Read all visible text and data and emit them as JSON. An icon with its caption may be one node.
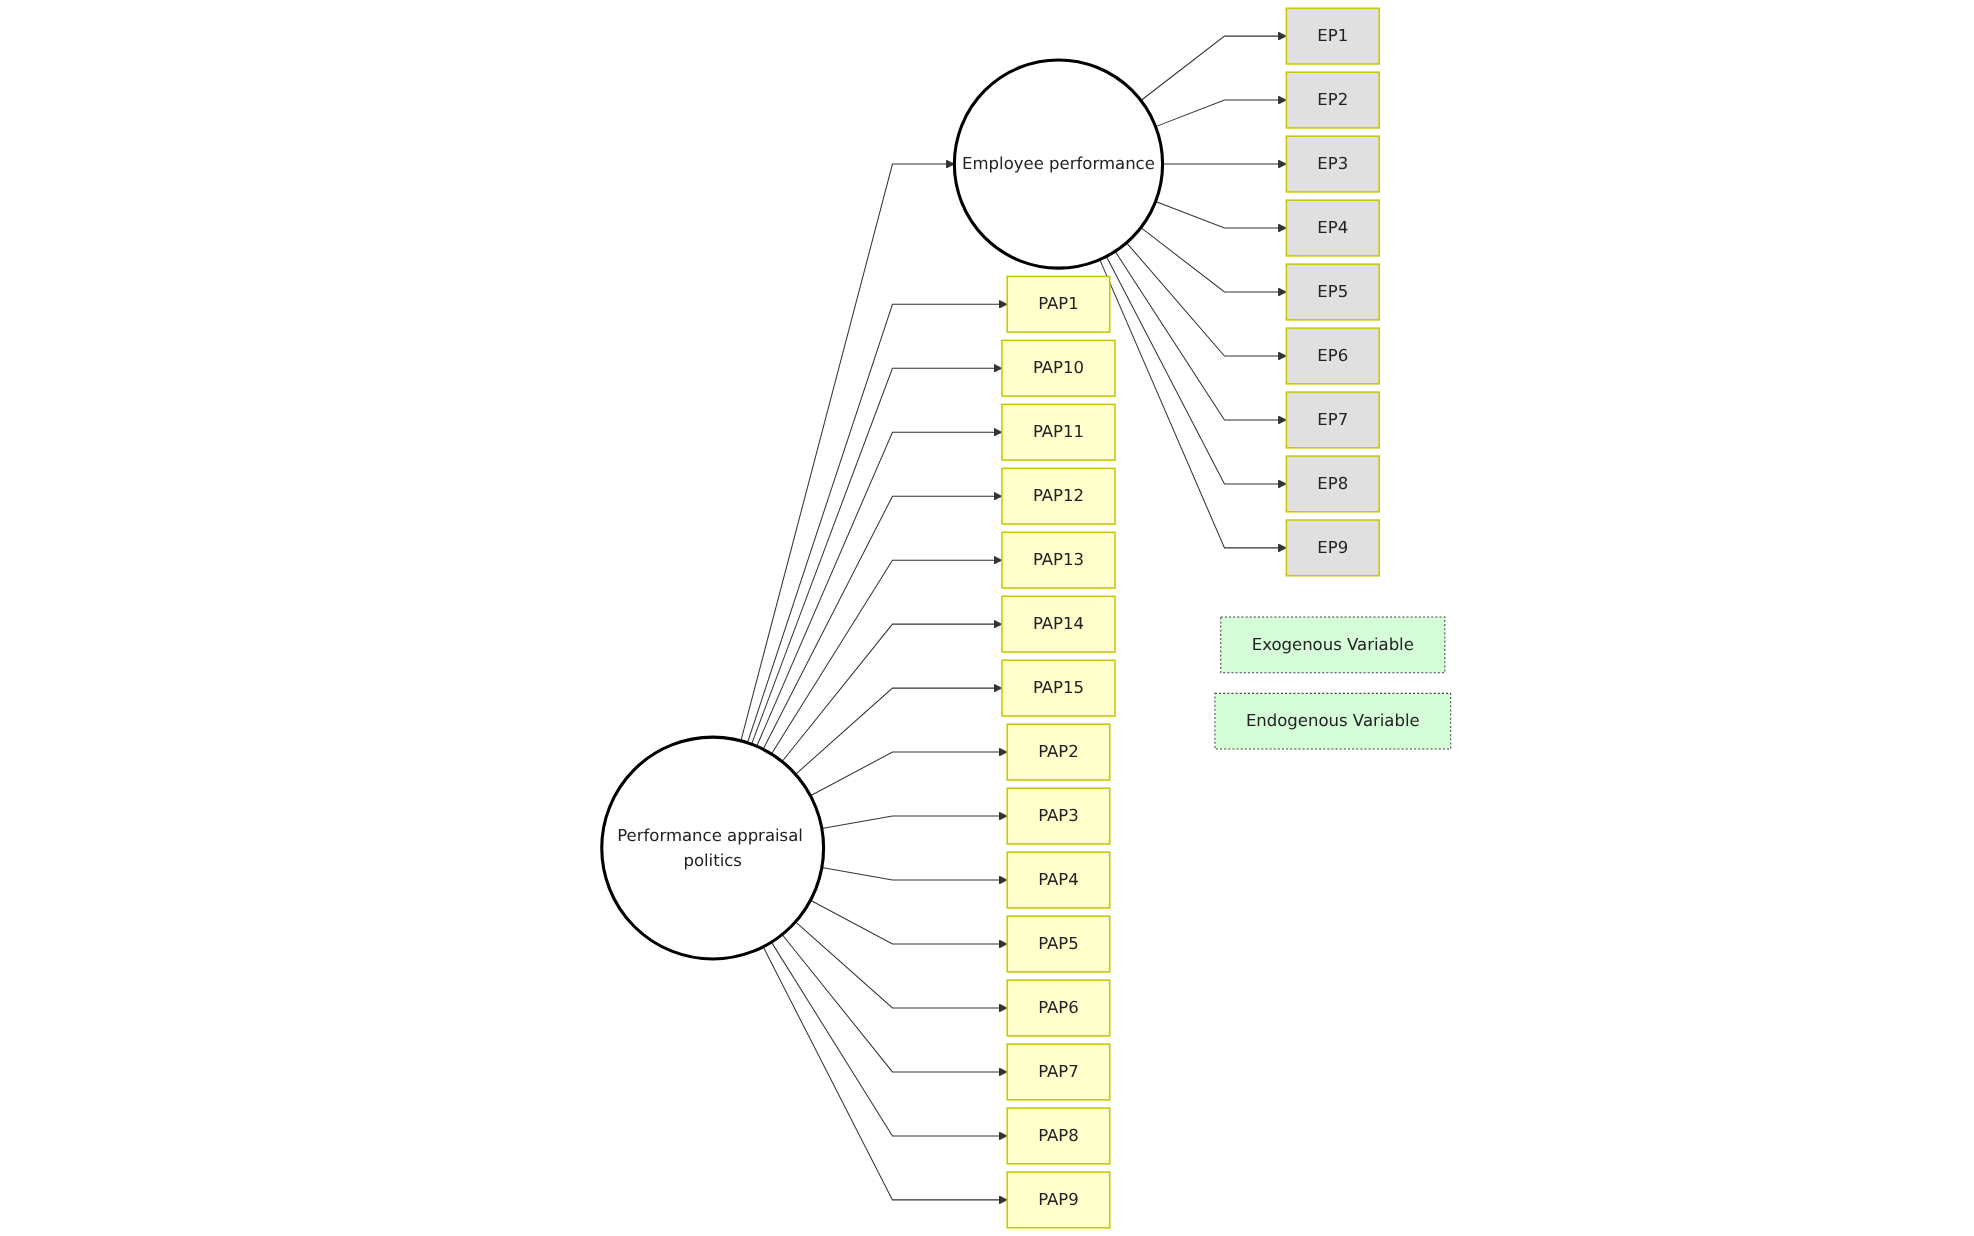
{
  "diagram": {
    "nodes": [
      {
        "text": [
          "Performance appraisal politics"
        ]
      },
      {
        "text": [
          "Employee performance"
        ]
      },
      {
        "text": [
          "PAP1"
        ]
      },
      {
        "text": [
          "PAP10"
        ]
      },
      {
        "text": [
          "PAP11"
        ]
      },
      {
        "text": [
          "PAP12"
        ]
      },
      {
        "text": [
          "PAP13"
        ]
      },
      {
        "text": [
          "PAP14"
        ]
      },
      {
        "text": [
          "PAP15"
        ]
      },
      {
        "text": [
          "PAP2"
        ]
      },
      {
        "text": [
          "PAP3"
        ]
      },
      {
        "text": [
          "PAP4"
        ]
      },
      {
        "text": [
          "PAP5"
        ]
      },
      {
        "text": [
          "PAP6"
        ]
      },
      {
        "text": [
          "PAP7"
        ]
      },
      {
        "text": [
          "PAP8"
        ]
      },
      {
        "text": [
          "PAP9"
        ]
      },
      {
        "text": [
          "EP1"
        ]
      },
      {
        "text": [
          "EP2"
        ]
      },
      {
        "text": [
          "EP3"
        ]
      },
      {
        "text": [
          "EP4"
        ]
      },
      {
        "text": [
          "EP5"
        ]
      },
      {
        "text": [
          "EP6"
        ]
      },
      {
        "text": [
          "EP7"
        ]
      },
      {
        "text": [
          "EP8"
        ]
      },
      {
        "text": [
          "EP9"
        ]
      },
      {
        "text": [
          "Exogenous Variable"
        ]
      },
      {
        "text": [
          "Endogenous Variable"
        ]
      }
    ],
    "edges": [
      {
        "from": 0,
        "to": 1,
        "arrow": "to"
      },
      {
        "from": 0,
        "to": 2,
        "arrow": "to"
      },
      {
        "from": 0,
        "to": 3,
        "arrow": "to"
      },
      {
        "from": 0,
        "to": 4,
        "arrow": "to"
      },
      {
        "from": 0,
        "to": 5,
        "arrow": "to"
      },
      {
        "from": 0,
        "to": 6,
        "arrow": "to"
      },
      {
        "from": 0,
        "to": 7,
        "arrow": "to"
      },
      {
        "from": 0,
        "to": 8,
        "arrow": "to"
      },
      {
        "from": 0,
        "to": 9,
        "arrow": "to"
      },
      {
        "from": 0,
        "to": 10,
        "arrow": "to"
      },
      {
        "from": 0,
        "to": 11,
        "arrow": "to"
      },
      {
        "from": 0,
        "to": 12,
        "arrow": "to"
      },
      {
        "from": 0,
        "to": 13,
        "arrow": "to"
      },
      {
        "from": 0,
        "to": 14,
        "arrow": "to"
      },
      {
        "from": 0,
        "to": 15,
        "arrow": "to"
      },
      {
        "from": 0,
        "to": 16,
        "arrow": "to"
      },
      {
        "from": 1,
        "to": 17,
        "arrow": "to"
      },
      {
        "from": 1,
        "to": 18,
        "arrow": "to"
      },
      {
        "from": 1,
        "to": 19,
        "arrow": "to"
      },
      {
        "from": 1,
        "to": 20,
        "arrow": "to"
      },
      {
        "from": 1,
        "to": 21,
        "arrow": "to"
      },
      {
        "from": 1,
        "to": 22,
        "arrow": "to"
      },
      {
        "from": 1,
        "to": 23,
        "arrow": "to"
      },
      {
        "from": 1,
        "to": 24,
        "arrow": "to"
      },
      {
        "from": 1,
        "to": 25,
        "arrow": "to"
      }
    ]
  }
}
